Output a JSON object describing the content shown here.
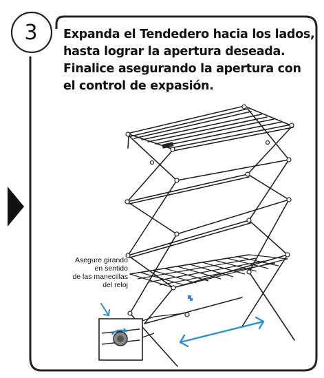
{
  "step": {
    "number": "3"
  },
  "instructions": {
    "lines": [
      "Expanda el Tendedero hacia los lados,",
      "hasta  lograr la apertura deseada.",
      "Finalice asegurando la apertura con",
      "el control de expasión."
    ]
  },
  "callout": {
    "lines": [
      "Asegure girando",
      "en sentido",
      "de las manecillas",
      "del reloj"
    ]
  },
  "colors": {
    "accent": "#2a8fd0",
    "ink": "#111111",
    "frame": "#333333"
  },
  "icons": {
    "next": "triangle-right-icon",
    "expand": "double-arrow-icon",
    "turn": "rotate-arrow-icon"
  }
}
